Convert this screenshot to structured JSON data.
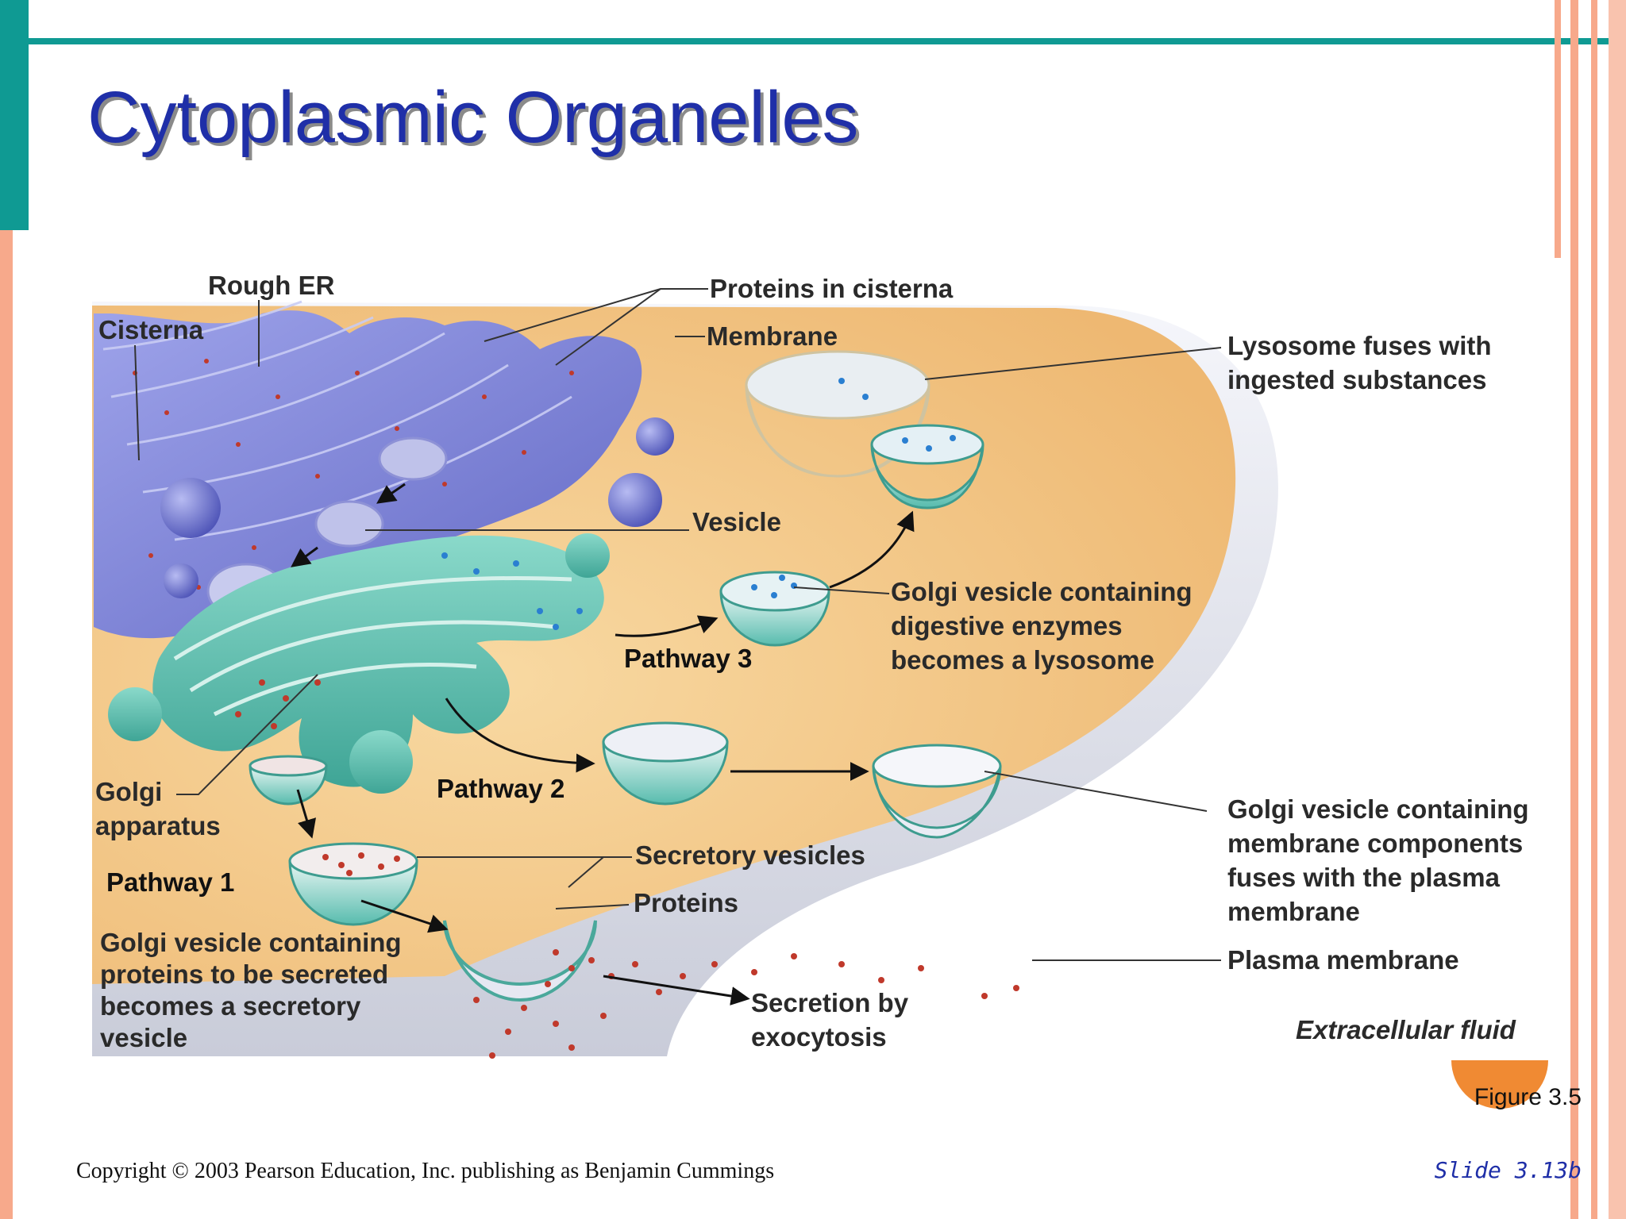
{
  "slide": {
    "title": "Cytoplasmic Organelles",
    "figure_number": "Figure 3.5",
    "copyright": "Copyright © 2003 Pearson Education, Inc. publishing as Benjamin Cummings",
    "slide_number": "Slide 3.13b"
  },
  "labels": {
    "rough_er": "Rough ER",
    "cisterna": "Cisterna",
    "proteins_in_cisterna": "Proteins in cisterna",
    "membrane": "Membrane",
    "lysosome_fuses_1": "Lysosome fuses with",
    "lysosome_fuses_2": "ingested substances",
    "vesicle": "Vesicle",
    "golgi_digestive_1": "Golgi vesicle containing",
    "golgi_digestive_2": "digestive enzymes",
    "golgi_digestive_3": "becomes a lysosome",
    "pathway_3": "Pathway 3",
    "pathway_2": "Pathway 2",
    "pathway_1": "Pathway 1",
    "golgi_apparatus_1": "Golgi",
    "golgi_apparatus_2": "apparatus",
    "golgi_membrane_1": "Golgi vesicle containing",
    "golgi_membrane_2": "membrane components",
    "golgi_membrane_3": "fuses with the plasma",
    "golgi_membrane_4": "membrane",
    "secretory_vesicles": "Secretory vesicles",
    "proteins": "Proteins",
    "golgi_secreted_1": "Golgi vesicle containing",
    "golgi_secreted_2": "proteins to be secreted",
    "golgi_secreted_3": "becomes a secretory",
    "golgi_secreted_4": "vesicle",
    "plasma_membrane": "Plasma membrane",
    "secretion_1": "Secretion by",
    "secretion_2": "exocytosis",
    "extracellular_fluid": "Extracellular fluid"
  },
  "colors": {
    "title": "#1f2fa8",
    "teal_accent": "#0f9a93",
    "salmon_accent": "#f7a98b",
    "orange_accent": "#f08a33",
    "cytoplasm": "#f3c98a",
    "rough_er": "#7d82d6",
    "golgi": "#5cc2b1",
    "plasma_membrane": "#e4e6ef"
  }
}
